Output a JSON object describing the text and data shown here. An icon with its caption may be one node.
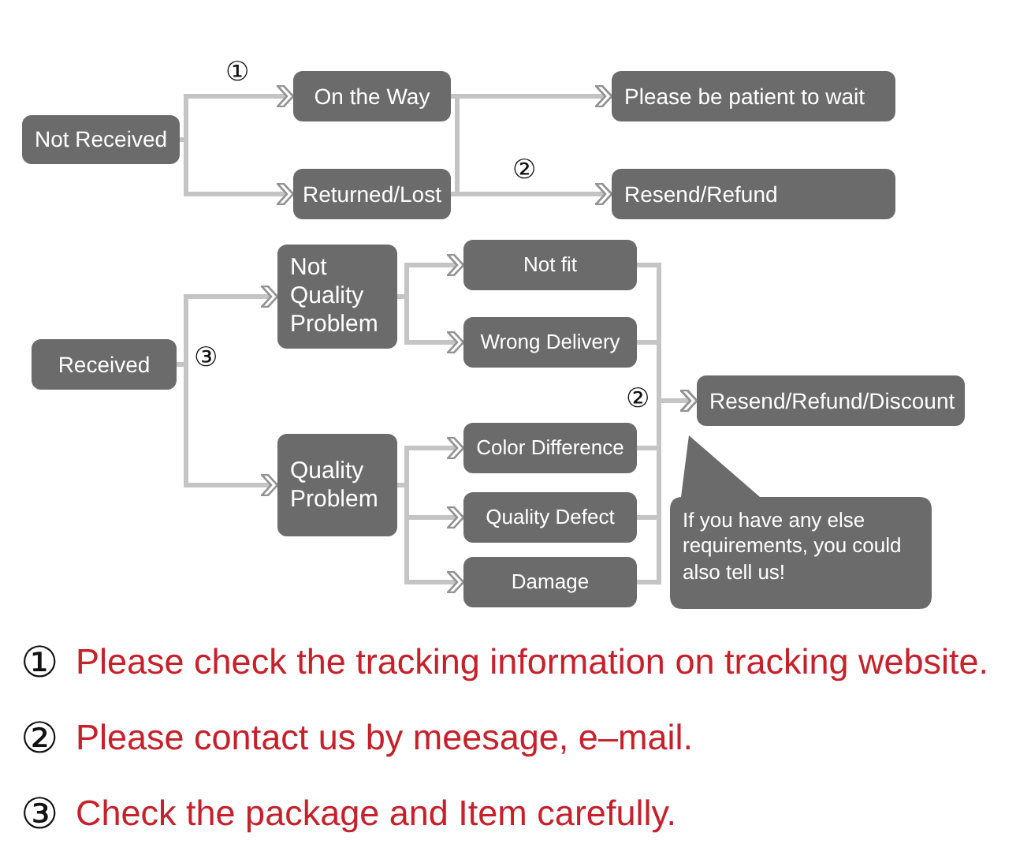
{
  "diagram": {
    "nodes": [
      {
        "text": [
          "Not Received"
        ]
      },
      {
        "text": [
          "On the Way"
        ]
      },
      {
        "text": [
          "Returned/Lost"
        ]
      },
      {
        "text": [
          "Please be patient to wait"
        ]
      },
      {
        "text": [
          "Resend/Refund"
        ]
      },
      {
        "text": [
          "Received"
        ]
      },
      {
        "text": [
          "Not Quality Problem"
        ]
      },
      {
        "text": [
          "Quality Problem"
        ]
      },
      {
        "text": [
          "Not fit"
        ]
      },
      {
        "text": [
          "Wrong Delivery"
        ]
      },
      {
        "text": [
          "Color Difference"
        ]
      },
      {
        "text": [
          "Quality Defect"
        ]
      },
      {
        "text": [
          "Damage"
        ]
      },
      {
        "text": [
          "Resend/Refund/Discount"
        ]
      },
      {
        "text": [
          "If you have any else requirements, you could also tell us!"
        ]
      }
    ],
    "edges": [
      {
        "from": 0,
        "to": 1,
        "arrow": "to"
      },
      {
        "from": 0,
        "to": 2,
        "arrow": "to"
      },
      {
        "from": 1,
        "to": 3,
        "arrow": "to"
      },
      {
        "from": 1,
        "to": 4,
        "arrow": "to"
      },
      {
        "from": 2,
        "to": 3,
        "arrow": "to"
      },
      {
        "from": 2,
        "to": 4,
        "arrow": "to"
      },
      {
        "from": 5,
        "to": 6,
        "arrow": "to"
      },
      {
        "from": 5,
        "to": 7,
        "arrow": "to"
      },
      {
        "from": 6,
        "to": 8,
        "arrow": "to"
      },
      {
        "from": 6,
        "to": 9,
        "arrow": "to"
      },
      {
        "from": 7,
        "to": 10,
        "arrow": "to"
      },
      {
        "from": 7,
        "to": 11,
        "arrow": "to"
      },
      {
        "from": 7,
        "to": 12,
        "arrow": "to"
      },
      {
        "from": 8,
        "to": 13,
        "arrow": "to"
      },
      {
        "from": 9,
        "to": 13,
        "arrow": "to"
      },
      {
        "from": 10,
        "to": 13,
        "arrow": "to"
      },
      {
        "from": 11,
        "to": 13,
        "arrow": "to"
      },
      {
        "from": 12,
        "to": 13,
        "arrow": "to"
      }
    ],
    "labels": [
      "①",
      "②",
      "③",
      "②",
      "①",
      "Please check the tracking information on tracking website.",
      "②",
      "Please contact us by meesage, e–mail.",
      "③",
      "Check the package and Item carefully."
    ]
  }
}
